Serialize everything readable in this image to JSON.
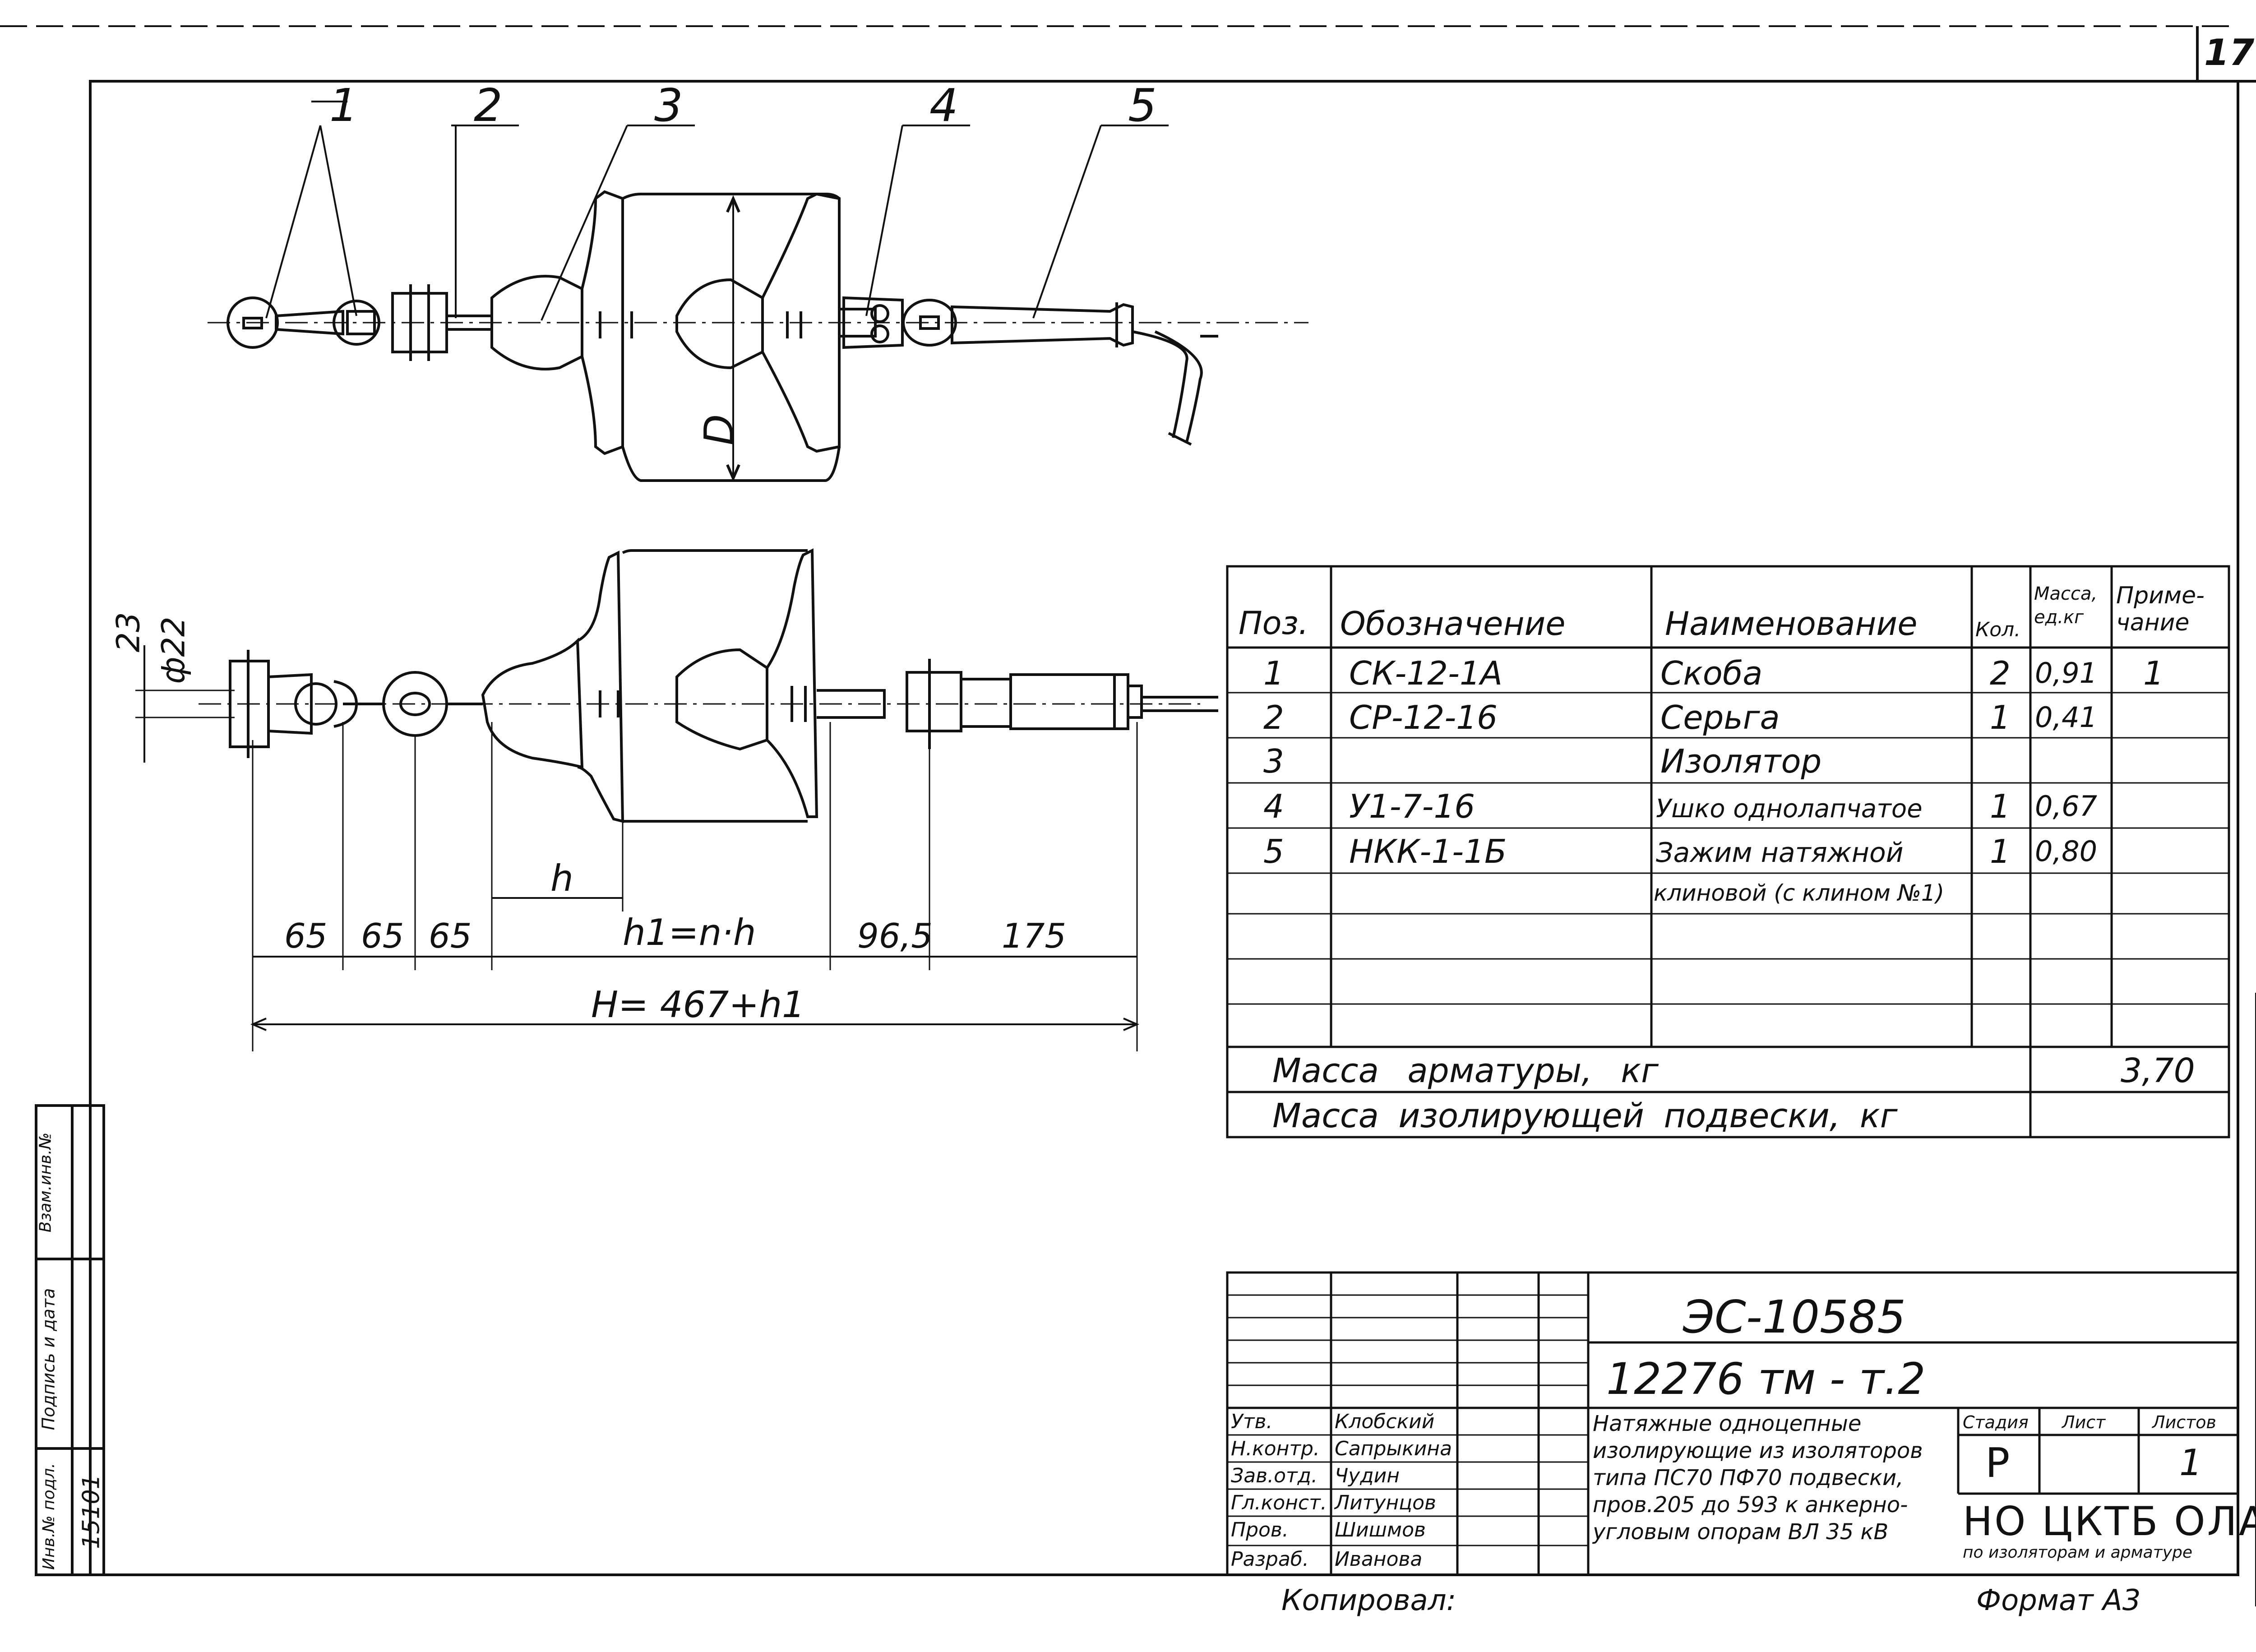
{
  "sheet": {
    "number": "17",
    "format": "Формат А3",
    "copied_by": "Копировал:"
  },
  "callouts": [
    "1",
    "2",
    "3",
    "4",
    "5"
  ],
  "top_view": {
    "diameter_label": "D"
  },
  "dimensions": {
    "d22": "ф22",
    "v23": "23",
    "h": "h",
    "seg1": "65",
    "seg2": "65",
    "seg3": "65",
    "h1": "h1=n·h",
    "seg5": "96,5",
    "seg6": "175",
    "total": "H= 467+h1"
  },
  "spec_table": {
    "headers": {
      "pos": "Поз.",
      "designation": "Обозначение",
      "name": "Наименование",
      "qty": "Кол.",
      "mass": "Масса, ед.кг",
      "note": "Приме- чание"
    },
    "rows": [
      {
        "pos": "1",
        "designation": "СК-12-1А",
        "name": "Скоба",
        "qty": "2",
        "mass": "0,91",
        "note": "1"
      },
      {
        "pos": "2",
        "designation": "СР-12-16",
        "name": "Серьга",
        "qty": "1",
        "mass": "0,41",
        "note": ""
      },
      {
        "pos": "3",
        "designation": "",
        "name": "Изолятор",
        "qty": "",
        "mass": "",
        "note": ""
      },
      {
        "pos": "4",
        "designation": "У1-7-16",
        "name": "Ушко однолапчатое",
        "qty": "1",
        "mass": "0,67",
        "note": ""
      },
      {
        "pos": "5",
        "designation": "НКК-1-1Б",
        "name": "Зажим натяжной",
        "qty": "1",
        "mass": "0,80",
        "note": ""
      },
      {
        "pos": "",
        "designation": "",
        "name": "клиновой (с клином №1)",
        "qty": "",
        "mass": "",
        "note": ""
      }
    ],
    "mass_fittings_label": "Масса арматуры, кг",
    "mass_fittings_value": "3,70",
    "mass_suspension_label": "Масса изолирующей подвески, кг",
    "mass_suspension_value": ""
  },
  "title_block": {
    "code": "ЭС-10585",
    "doc_no": "12276 тм - т.2",
    "roles": [
      "Утв.",
      "Н.контр.",
      "Зав.отд.",
      "Гл.конст.",
      "Пров.",
      "Разраб."
    ],
    "names": [
      "Клобский",
      "Сапрыкина",
      "Чудин",
      "Литунцов",
      "Шишмов",
      "Иванова"
    ],
    "title": "Натяжные одноцепные изолирующие из изоляторов типа ПС70 ПФ70 подвески, пров.205 до 593 к анкерно-угловым опорам ВЛ 35 кВ",
    "stage_label": "Стадия",
    "sheet_label": "Лист",
    "sheets_label": "Листов",
    "stage": "Р",
    "sheets": "1",
    "org": "НО ЦКТБ ОЛА",
    "org_sub": "по изоляторам и арматуре"
  },
  "left_strip": {
    "inv_label": "Инв.№ подл.",
    "inv_value": "15101",
    "sign_label": "Подпись и дата",
    "replace_label": "Взам.инв.№"
  }
}
